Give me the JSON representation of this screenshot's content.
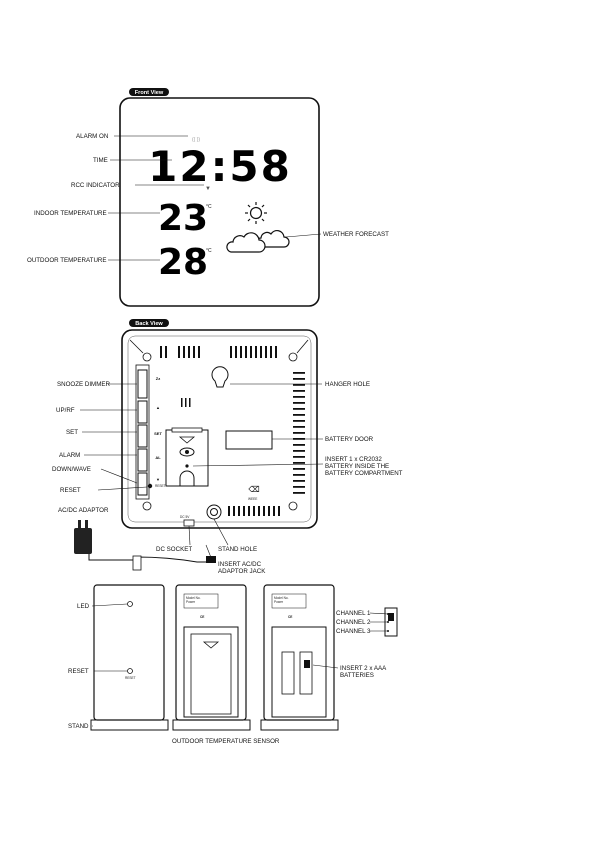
{
  "front": {
    "title": "Front View",
    "display": {
      "alarm_indicator": "(( ))",
      "time": "12:58",
      "indoor_temp": "23",
      "outdoor_temp": "28",
      "temp_unit": "°C",
      "rcc_symbol": "▼"
    },
    "labels": {
      "alarm_on": "ALARM ON",
      "time": "TIME",
      "rcc": "RCC INDICATOR",
      "indoor": "INDOOR TEMPERATURE",
      "outdoor": "OUTDOOR TEMPERATURE",
      "weather": "WEATHER FORECAST"
    }
  },
  "back": {
    "title": "Back View",
    "labels": {
      "snooze": "SNOOZE DIMMER",
      "up": "UP/RF",
      "set": "SET",
      "alarm": "ALARM",
      "down": "DOWN/WAVE",
      "reset": "RESET",
      "adaptor": "AC/DC ADAPTOR",
      "hanger": "HANGER HOLE",
      "battery_door": "BATTERY DOOR",
      "battery_insert_1": "INSERT 1 x CR2032",
      "battery_insert_2": "BATTERY INSIDE THE",
      "battery_insert_3": "BATTERY COMPARTMENT",
      "dc_socket": "DC SOCKET",
      "stand_hole": "STAND HOLE",
      "insert_jack_1": "INSERT AC/DC",
      "insert_jack_2": "ADAPTOR JACK"
    },
    "button_marks": {
      "snooze": "Zz",
      "up": "▲",
      "set": "SET",
      "alarm": "AL",
      "down": "▼"
    },
    "reset_mark": "RESET",
    "dc_mark": "DC 5V"
  },
  "sensor": {
    "labels": {
      "led": "LED",
      "reset": "RESET",
      "stand": "STAND",
      "channel1": "CHANNEL 1",
      "channel2": "CHANNEL 2",
      "channel3": "CHANNEL 3",
      "insert_aaa_1": "INSERT 2 x AAA",
      "insert_aaa_2": "BATTERIES",
      "caption": "OUTDOOR TEMPERATURE SENSOR"
    },
    "reset_mark": "RESET",
    "ce_mark": "CE"
  }
}
